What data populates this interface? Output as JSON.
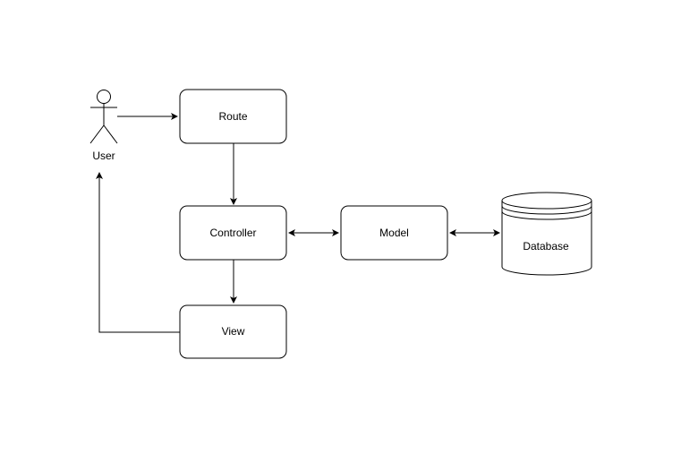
{
  "diagram": {
    "nodes": {
      "user": {
        "label": "User",
        "shape": "actor"
      },
      "route": {
        "label": "Route",
        "shape": "rounded-rect"
      },
      "controller": {
        "label": "Controller",
        "shape": "rounded-rect"
      },
      "model": {
        "label": "Model",
        "shape": "rounded-rect"
      },
      "view": {
        "label": "View",
        "shape": "rounded-rect"
      },
      "database": {
        "label": "Database",
        "shape": "cylinder"
      }
    },
    "edges": [
      {
        "from": "user",
        "to": "route",
        "direction": "forward"
      },
      {
        "from": "route",
        "to": "controller",
        "direction": "forward"
      },
      {
        "from": "controller",
        "to": "model",
        "direction": "both"
      },
      {
        "from": "model",
        "to": "database",
        "direction": "both"
      },
      {
        "from": "controller",
        "to": "view",
        "direction": "forward"
      },
      {
        "from": "view",
        "to": "user",
        "direction": "forward"
      }
    ],
    "colors": {
      "stroke": "#000000",
      "fill": "#ffffff",
      "background": "#ffffff"
    }
  }
}
